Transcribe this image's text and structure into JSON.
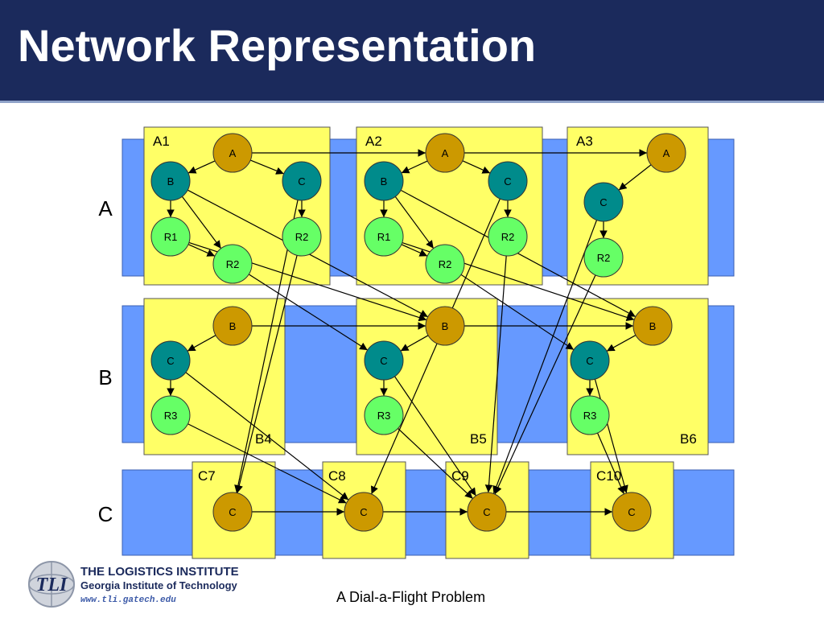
{
  "slide": {
    "title": "Network Representation",
    "caption": "A Dial-a-Flight Problem"
  },
  "logo": {
    "line1": "THE LOGISTICS INSTITUTE",
    "line2": "Georgia Institute of Technology",
    "line3": "www.tli.gatech.edu",
    "emblem": "TLI"
  },
  "colors": {
    "band": "#6699ff",
    "box": "#ffff66",
    "gold": "#cc9900",
    "teal": "#008b8b",
    "green": "#66ff66"
  },
  "rows": [
    {
      "id": "A",
      "label": "A"
    },
    {
      "id": "B",
      "label": "B"
    },
    {
      "id": "C",
      "label": "C"
    }
  ],
  "boxes": [
    {
      "id": "A1",
      "label": "A1"
    },
    {
      "id": "A2",
      "label": "A2"
    },
    {
      "id": "A3",
      "label": "A3"
    },
    {
      "id": "B4",
      "label": "B4"
    },
    {
      "id": "B5",
      "label": "B5"
    },
    {
      "id": "B6",
      "label": "B6"
    },
    {
      "id": "C7",
      "label": "C7"
    },
    {
      "id": "C8",
      "label": "C8"
    },
    {
      "id": "C9",
      "label": "C9"
    },
    {
      "id": "C10",
      "label": "C10"
    }
  ],
  "nodes": [
    {
      "id": "A1_A",
      "label": "A",
      "color": "gold"
    },
    {
      "id": "A1_B",
      "label": "B",
      "color": "teal"
    },
    {
      "id": "A1_C",
      "label": "C",
      "color": "teal"
    },
    {
      "id": "A1_R1",
      "label": "R1",
      "color": "green"
    },
    {
      "id": "A1_R2a",
      "label": "R2",
      "color": "green"
    },
    {
      "id": "A1_R2b",
      "label": "R2",
      "color": "green"
    },
    {
      "id": "A2_A",
      "label": "A",
      "color": "gold"
    },
    {
      "id": "A2_B",
      "label": "B",
      "color": "teal"
    },
    {
      "id": "A2_C",
      "label": "C",
      "color": "teal"
    },
    {
      "id": "A2_R1",
      "label": "R1",
      "color": "green"
    },
    {
      "id": "A2_R2a",
      "label": "R2",
      "color": "green"
    },
    {
      "id": "A2_R2b",
      "label": "R2",
      "color": "green"
    },
    {
      "id": "A3_A",
      "label": "A",
      "color": "gold"
    },
    {
      "id": "A3_C",
      "label": "C",
      "color": "teal"
    },
    {
      "id": "A3_R2",
      "label": "R2",
      "color": "green"
    },
    {
      "id": "B4_B",
      "label": "B",
      "color": "gold"
    },
    {
      "id": "B4_C",
      "label": "C",
      "color": "teal"
    },
    {
      "id": "B4_R3",
      "label": "R3",
      "color": "green"
    },
    {
      "id": "B5_B",
      "label": "B",
      "color": "gold"
    },
    {
      "id": "B5_C",
      "label": "C",
      "color": "teal"
    },
    {
      "id": "B5_R3",
      "label": "R3",
      "color": "green"
    },
    {
      "id": "B6_B",
      "label": "B",
      "color": "gold"
    },
    {
      "id": "B6_C",
      "label": "C",
      "color": "teal"
    },
    {
      "id": "B6_R3",
      "label": "R3",
      "color": "green"
    },
    {
      "id": "C7_C",
      "label": "C",
      "color": "gold"
    },
    {
      "id": "C8_C",
      "label": "C",
      "color": "gold"
    },
    {
      "id": "C9_C",
      "label": "C",
      "color": "gold"
    },
    {
      "id": "C10_C",
      "label": "C",
      "color": "gold"
    }
  ],
  "edges": [
    [
      "A1_A",
      "A1_B"
    ],
    [
      "A1_A",
      "A1_C"
    ],
    [
      "A1_A",
      "A2_A"
    ],
    [
      "A1_B",
      "A1_R1"
    ],
    [
      "A1_B",
      "A1_R2a"
    ],
    [
      "A1_B",
      "B5_B"
    ],
    [
      "A1_C",
      "A1_R2b"
    ],
    [
      "A1_C",
      "C7_C"
    ],
    [
      "A1_R1",
      "A1_R2a"
    ],
    [
      "A1_R1",
      "B5_B"
    ],
    [
      "A1_R2a",
      "B5_C"
    ],
    [
      "A1_R2b",
      "C7_C"
    ],
    [
      "A2_A",
      "A2_B"
    ],
    [
      "A2_A",
      "A2_C"
    ],
    [
      "A2_A",
      "A3_A"
    ],
    [
      "A2_B",
      "A2_R1"
    ],
    [
      "A2_B",
      "A2_R2a"
    ],
    [
      "A2_B",
      "B6_B"
    ],
    [
      "A2_C",
      "A2_R2b"
    ],
    [
      "A2_C",
      "C8_C"
    ],
    [
      "A2_R1",
      "A2_R2a"
    ],
    [
      "A2_R1",
      "B6_B"
    ],
    [
      "A2_R2a",
      "B6_C"
    ],
    [
      "A2_R2b",
      "C9_C"
    ],
    [
      "A3_A",
      "A3_C"
    ],
    [
      "A3_C",
      "A3_R2"
    ],
    [
      "A3_C",
      "C9_C"
    ],
    [
      "A3_R2",
      "C9_C"
    ],
    [
      "B4_B",
      "B4_C"
    ],
    [
      "B4_B",
      "B5_B"
    ],
    [
      "B4_C",
      "B4_R3"
    ],
    [
      "B4_C",
      "C8_C"
    ],
    [
      "B4_R3",
      "C8_C"
    ],
    [
      "B5_B",
      "B5_C"
    ],
    [
      "B5_B",
      "B6_B"
    ],
    [
      "B5_C",
      "B5_R3"
    ],
    [
      "B5_C",
      "C9_C"
    ],
    [
      "B5_R3",
      "C9_C"
    ],
    [
      "B6_B",
      "B6_C"
    ],
    [
      "B6_C",
      "B6_R3"
    ],
    [
      "B6_C",
      "C10_C"
    ],
    [
      "B6_R3",
      "C10_C"
    ],
    [
      "C7_C",
      "C8_C"
    ],
    [
      "C8_C",
      "C9_C"
    ],
    [
      "C9_C",
      "C10_C"
    ]
  ]
}
